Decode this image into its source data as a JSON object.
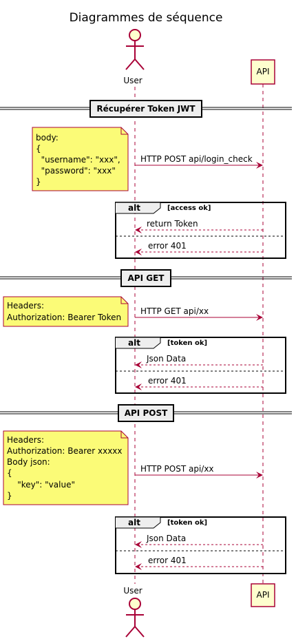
{
  "title": "Diagrammes de séquence",
  "participants": {
    "user": "User",
    "api": "API"
  },
  "sections": [
    {
      "label": "Récupérer Token JWT",
      "note": [
        "body:",
        "{",
        "  \"username\": \"xxx\",",
        "  \"password\": \"xxx\"",
        "}"
      ],
      "request": "HTTP POST api/login_check",
      "alt": {
        "keyword": "alt",
        "condition": "[access ok]",
        "success": "return Token",
        "failure": "error 401"
      }
    },
    {
      "label": "API GET",
      "note": [
        "Headers:",
        "Authorization: Bearer Token"
      ],
      "request": "HTTP GET api/xx",
      "alt": {
        "keyword": "alt",
        "condition": "[token ok]",
        "success": "Json Data",
        "failure": "error 401"
      }
    },
    {
      "label": "API POST",
      "note": [
        "Headers:",
        "Authorization: Bearer xxxxx",
        "Body json:",
        "{",
        "    \"key\": \"value\"",
        "}"
      ],
      "request": "HTTP POST api/xx",
      "alt": {
        "keyword": "alt",
        "condition": "[token ok]",
        "success": "Json Data",
        "failure": "error 401"
      }
    }
  ],
  "colors": {
    "arrow": "#a80036",
    "box_fill": "#fefece",
    "box_stroke": "#a80036",
    "note_fill": "#fbfb77",
    "frame_stroke": "#000000"
  }
}
